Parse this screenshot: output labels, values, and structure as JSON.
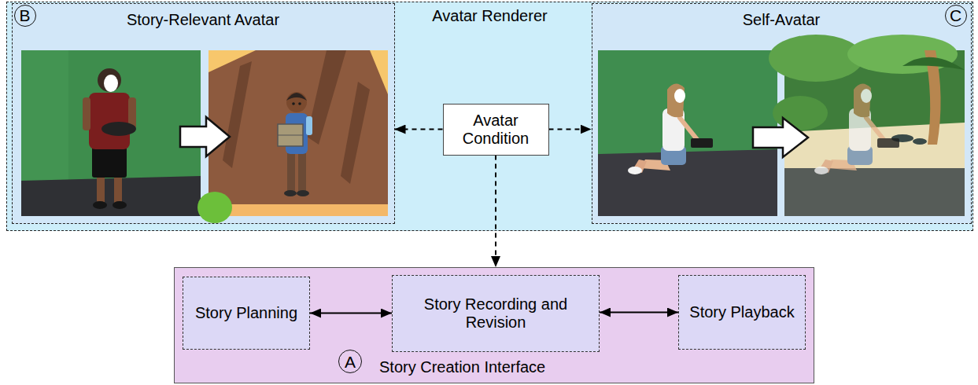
{
  "diagram": {
    "nodes": [
      {
        "text": [
          "Avatar Renderer"
        ]
      },
      {
        "text": [
          "B",
          "Story-Relevant Avatar"
        ],
        "in": 0
      },
      {
        "text": [
          "Self-Avatar",
          "C"
        ],
        "in": 0
      },
      {
        "text": [
          "Avatar Condition"
        ],
        "in": 0
      },
      {
        "text": [
          "A",
          "Story Creation Interface"
        ]
      },
      {
        "text": [
          "Story Planning"
        ],
        "in": 4
      },
      {
        "text": [
          "Story Recording and Revision"
        ],
        "in": 4
      },
      {
        "text": [
          "Story Playback"
        ],
        "in": 4
      }
    ],
    "edges": [
      {
        "from": 3,
        "to": 1,
        "arrow": "to"
      },
      {
        "from": 3,
        "to": 2,
        "arrow": "to"
      },
      {
        "from": 3,
        "to": 4,
        "arrow": "to"
      },
      {
        "from": 5,
        "to": 6,
        "arrow": "both"
      },
      {
        "from": 6,
        "to": 7,
        "arrow": "both"
      }
    ]
  }
}
